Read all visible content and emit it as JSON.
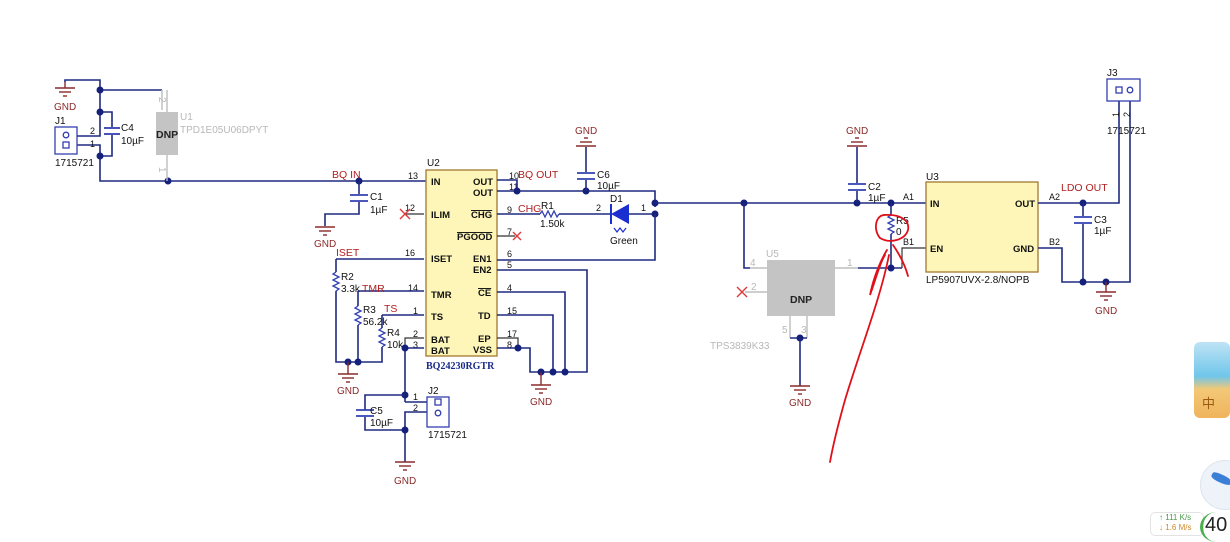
{
  "schematic": {
    "ground_label": "GND",
    "dnp_label": "DNP",
    "nets": {
      "bq_in": "BQ IN",
      "bq_out": "BQ OUT",
      "chg": "CHG",
      "iset": "ISET",
      "tmr": "TMR",
      "ts": "TS",
      "ldo_out": "LDO OUT"
    },
    "components": {
      "J1": {
        "ref": "J1",
        "part": "1715721",
        "pins": [
          "2",
          "1"
        ]
      },
      "C4": {
        "ref": "C4",
        "value": "10µF"
      },
      "U1": {
        "ref": "U1",
        "part": "TPD1E05U06DPYT",
        "pins": [
          "2",
          "1"
        ]
      },
      "C1": {
        "ref": "C1",
        "value": "1µF"
      },
      "U2": {
        "ref": "U2",
        "part": "BQ24230RGTR",
        "left_pins": [
          {
            "num": "13",
            "name": "IN"
          },
          {
            "num": "12",
            "name": "ILIM"
          },
          {
            "num": "16",
            "name": "ISET"
          },
          {
            "num": "14",
            "name": "TMR"
          },
          {
            "num": "1",
            "name": "TS"
          },
          {
            "num": "2",
            "name": "BAT"
          },
          {
            "num": "3",
            "name": "BAT"
          }
        ],
        "right_pins": [
          {
            "num": "10",
            "name": "OUT"
          },
          {
            "num": "11",
            "name": "OUT"
          },
          {
            "num": "9",
            "name": "CHG"
          },
          {
            "num": "7",
            "name": "PGOOD"
          },
          {
            "num": "6",
            "name": "EN1"
          },
          {
            "num": "5",
            "name": "EN2"
          },
          {
            "num": "4",
            "name": "CE"
          },
          {
            "num": "15",
            "name": "TD"
          },
          {
            "num": "17",
            "name": "EP"
          },
          {
            "num": "8",
            "name": "VSS"
          }
        ]
      },
      "R1": {
        "ref": "R1",
        "value": "1.50k"
      },
      "R2": {
        "ref": "R2",
        "value": "3.3k"
      },
      "R3": {
        "ref": "R3",
        "value": "56.2k"
      },
      "R4": {
        "ref": "R4",
        "value": "10k"
      },
      "C6": {
        "ref": "C6",
        "value": "10µF"
      },
      "D1": {
        "ref": "D1",
        "value": "Green",
        "pins": [
          "2",
          "1"
        ]
      },
      "J2": {
        "ref": "J2",
        "part": "1715721",
        "pins": [
          "1",
          "2"
        ]
      },
      "C5": {
        "ref": "C5",
        "value": "10µF"
      },
      "C2": {
        "ref": "C2",
        "value": "1µF"
      },
      "R5": {
        "ref": "R5",
        "value": "0"
      },
      "U5": {
        "ref": "U5",
        "part": "TPS3839K33",
        "pins": [
          "4",
          "2",
          "1",
          "5",
          "3"
        ]
      },
      "U3": {
        "ref": "U3",
        "part": "LP5907UVX-2.8/NOPB",
        "pins": [
          {
            "num": "A1",
            "name": "IN"
          },
          {
            "num": "B1",
            "name": "EN"
          },
          {
            "num": "A2",
            "name": "OUT"
          },
          {
            "num": "B2",
            "name": "GND"
          }
        ]
      },
      "C3": {
        "ref": "C3",
        "value": "1µF"
      },
      "J3": {
        "ref": "J3",
        "part": "1715721",
        "pins": [
          "1",
          "2"
        ]
      }
    }
  },
  "overlay": {
    "ime_label": "中",
    "net_up": "↑ 111 K/s",
    "net_down": "↓ 1.6 M/s",
    "counter": "40"
  }
}
